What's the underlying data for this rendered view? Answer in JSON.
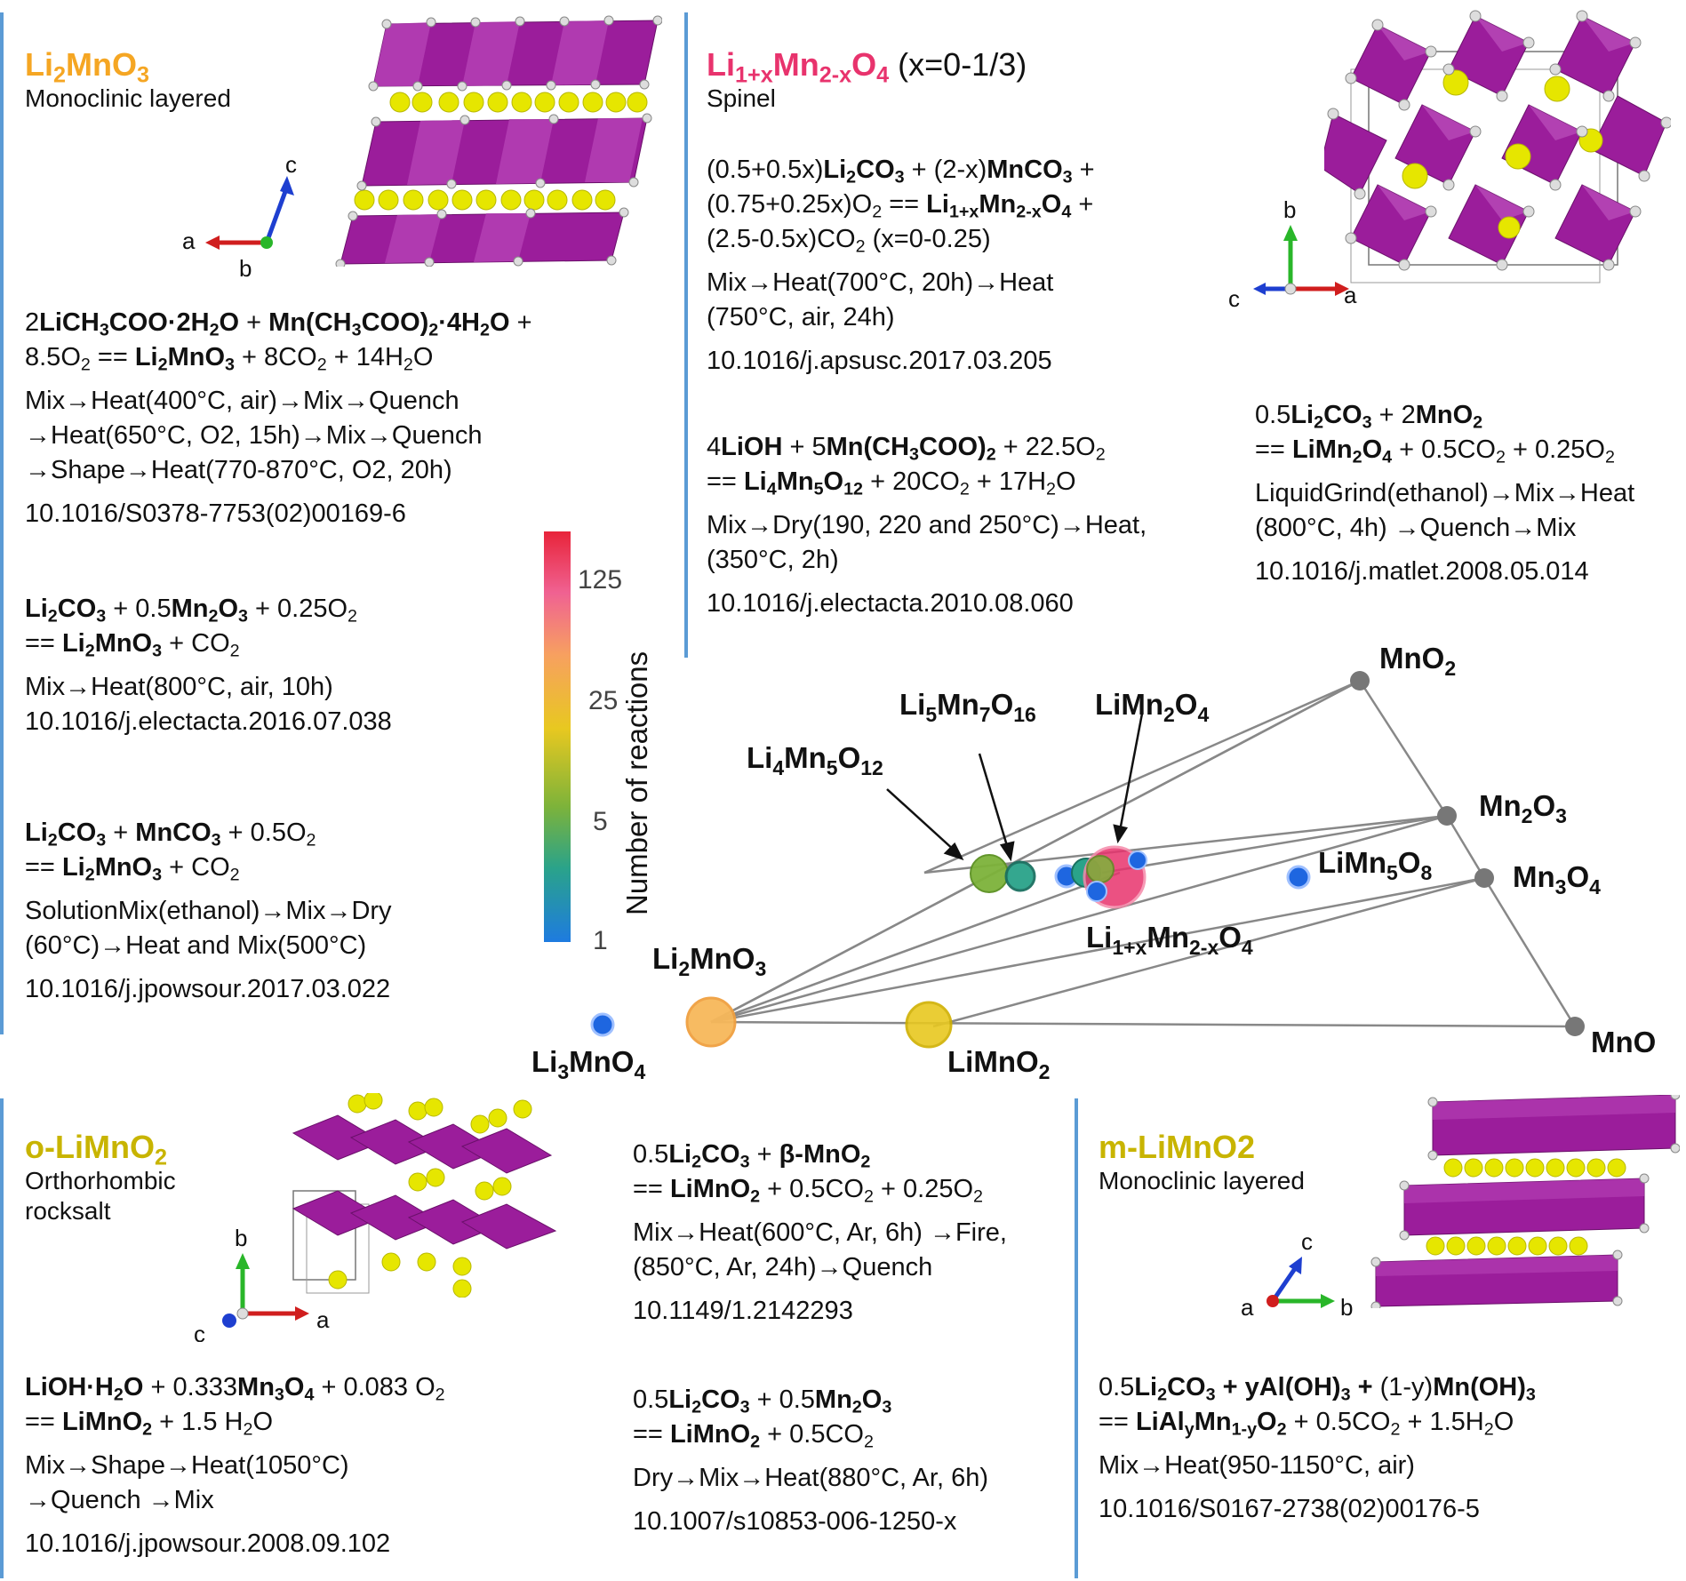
{
  "colors": {
    "divider": "#5b9bd5",
    "li2mno3": "#f5a623",
    "spinel": "#e8336d",
    "olimno2": "#c8b400",
    "mlimno2": "#c8b400",
    "octahedra": "#9b1d9b",
    "li_atoms": "#e6e600",
    "o_atoms": "#dddddd"
  },
  "li2mno3": {
    "title_main": "Li",
    "title_s1": "2",
    "title_mid": "MnO",
    "title_s2": "3",
    "subtitle": "Monoclinic layered",
    "axes": {
      "a": "a",
      "b": "b",
      "c": "c"
    },
    "r1": {
      "l1": [
        "2",
        "LiCH",
        "3",
        "COO·2H",
        "2",
        "O",
        " + ",
        "Mn(CH",
        "3",
        "COO)",
        "2",
        "·4H",
        "2",
        "O",
        " +"
      ],
      "l2": [
        "8.5O",
        "2",
        " ==  ",
        "Li",
        "2",
        "MnO",
        "3",
        " + 8CO",
        "2",
        " + 14H",
        "2",
        "O"
      ],
      "proc": [
        "Mix→Heat(400°C, air)→Mix→Quench",
        "→Heat(650°C, O2, 15h)→Mix→Quench",
        "→Shape→Heat(770-870°C, O2, 20h)"
      ],
      "doi": "10.1016/S0378-7753(02)00169-6"
    },
    "r2": {
      "l1": [
        "Li",
        "2",
        "CO",
        "3",
        " + 0.5",
        "Mn",
        "2",
        "O",
        "3",
        " + 0.25O",
        "2"
      ],
      "l2": [
        "== ",
        "Li",
        "2",
        "MnO",
        "3",
        " + CO",
        "2"
      ],
      "proc": [
        "Mix→Heat(800°C, air, 10h)"
      ],
      "doi": "10.1016/j.electacta.2016.07.038"
    },
    "r3": {
      "l1": [
        "Li",
        "2",
        "CO",
        "3",
        " + ",
        "MnCO",
        "3",
        " + 0.5O",
        "2"
      ],
      "l2": [
        "== ",
        "Li",
        "2",
        "MnO",
        "3",
        " + CO",
        "2"
      ],
      "proc": [
        "SolutionMix(ethanol)→Mix→Dry",
        "(60°C)→Heat and Mix(500°C)"
      ],
      "doi": "10.1016/j.jpowsour.2017.03.022"
    }
  },
  "spinel": {
    "title_a": "Li",
    "title_s1": "1+x",
    "title_b": "Mn",
    "title_s2": "2-x",
    "title_c": "O",
    "title_s3": "4",
    "title_suffix": " (x=0-1/3)",
    "subtitle": "Spinel",
    "axes": {
      "a": "a",
      "b": "b",
      "c": "c"
    },
    "r1": {
      "l1": [
        "(0.5+0.5x)",
        "Li",
        "2",
        "CO",
        "3",
        " + (2-x)",
        "MnCO",
        "3",
        " +"
      ],
      "l2": [
        "(0.75+0.25x)O",
        "2",
        " == ",
        "Li",
        "1+x",
        "Mn",
        "2-x",
        "O",
        "4",
        " +"
      ],
      "l3": [
        "(2.5-0.5x)CO",
        "2",
        " (x=0-0.25)"
      ],
      "proc": [
        "Mix→Heat(700°C, 20h)→Heat",
        "(750°C, air, 24h)"
      ],
      "doi": "10.1016/j.apsusc.2017.03.205"
    },
    "r2": {
      "l1": [
        "4",
        "LiOH",
        " + 5",
        "Mn(CH",
        "3",
        "COO)",
        "2",
        " + 22.5O",
        "2"
      ],
      "l2": [
        "== ",
        "Li",
        "4",
        "Mn",
        "5",
        "O",
        "12",
        " + 20CO",
        "2",
        " + 17H",
        "2",
        "O"
      ],
      "proc": [
        "Mix→Dry(190, 220 and 250°C)→Heat,",
        "(350°C, 2h)"
      ],
      "doi": "10.1016/j.electacta.2010.08.060"
    },
    "r3": {
      "l1": [
        "0.5",
        "Li",
        "2",
        "CO",
        "3",
        " + 2",
        "MnO",
        "2"
      ],
      "l2": [
        "== ",
        "LiMn",
        "2",
        "O",
        "4",
        " + 0.5CO",
        "2",
        " + 0.25O",
        "2"
      ],
      "proc": [
        "LiquidGrind(ethanol)→Mix→Heat",
        "(800°C, 4h) →Quench→Mix"
      ],
      "doi": "10.1016/j.matlet.2008.05.014"
    }
  },
  "colorbar": {
    "title": "Number of reactions",
    "ticks": [
      "125",
      "25",
      "5",
      "1"
    ]
  },
  "diagram": {
    "labels": {
      "MnO2": [
        "MnO",
        "2"
      ],
      "Mn2O3": [
        "Mn",
        "2",
        "O",
        "3"
      ],
      "Mn3O4": [
        "Mn",
        "3",
        "O",
        "4"
      ],
      "MnO": [
        "MnO"
      ],
      "LiMn5O8": [
        "LiMn",
        "5",
        "O",
        "8"
      ],
      "Li5Mn7O16": [
        "Li",
        "5",
        "Mn",
        "7",
        "O",
        "16"
      ],
      "LiMn2O4": [
        "LiMn",
        "2",
        "O",
        "4"
      ],
      "Li4Mn5O12": [
        "Li",
        "4",
        "Mn",
        "5",
        "O",
        "12"
      ],
      "Li1xMn2xO4": [
        "Li",
        "1+x",
        "Mn",
        "2-x",
        "O",
        "4"
      ],
      "Li2MnO3": [
        "Li",
        "2",
        "MnO",
        "3"
      ],
      "Li3MnO4": [
        "Li",
        "3",
        "MnO",
        "4"
      ],
      "LiMnO2": [
        "LiMnO",
        "2"
      ]
    },
    "circle_colors": {
      "li3mno4": "#1e66e0",
      "li2mno3": "#f7b85a",
      "limno2": "#e8c820",
      "li4mn5o12": "#7db33a",
      "li5mn7o16": "#2aa38a",
      "spinel": "#e8336d",
      "limn5o8": "#1e66e0"
    }
  },
  "olimno2": {
    "title_main": "o-LiMnO",
    "title_s": "2",
    "subtitle_l1": "Orthorhombic",
    "subtitle_l2": "rocksalt",
    "axes": {
      "a": "a",
      "b": "b",
      "c": "c"
    },
    "r1": {
      "l1": [
        "LiOH·H",
        "2",
        "O",
        " + 0.333",
        "Mn",
        "3",
        "O",
        "4",
        " + 0.083 O",
        "2"
      ],
      "l2": [
        "== ",
        "LiMnO",
        "2",
        " + 1.5 H",
        "2",
        "O"
      ],
      "proc": [
        "Mix→Shape→Heat(1050°C)",
        "→Quench →Mix"
      ],
      "doi": "10.1016/j.jpowsour.2008.09.102"
    }
  },
  "middle": {
    "r1": {
      "l1": [
        "0.5",
        "Li",
        "2",
        "CO",
        "3",
        " + ",
        "β-MnO",
        "2"
      ],
      "l2": [
        "== ",
        "LiMnO",
        "2",
        " + 0.5CO",
        "2",
        " + 0.25O",
        "2"
      ],
      "proc": [
        "Mix→Heat(600°C, Ar, 6h) →Fire,",
        "(850°C, Ar, 24h)→Quench"
      ],
      "doi": "10.1149/1.2142293"
    },
    "r2": {
      "l1": [
        "0.5",
        "Li",
        "2",
        "CO",
        "3",
        " + 0.5",
        "Mn",
        "2",
        "O",
        "3"
      ],
      "l2": [
        "== ",
        "LiMnO",
        "2",
        " + 0.5CO",
        "2"
      ],
      "proc": [
        "Dry→Mix→Heat(880°C, Ar, 6h)"
      ],
      "doi": "10.1007/s10853-006-1250-x"
    }
  },
  "mlimno2": {
    "title": "m-LiMnO2",
    "subtitle": "Monoclinic layered",
    "axes": {
      "a": "a",
      "b": "b",
      "c": "c"
    },
    "r1": {
      "l1": [
        "0.5",
        "Li",
        "2",
        "CO",
        "3",
        " + y",
        "Al(OH)",
        "3",
        " + ",
        "(1-y)",
        "Mn(OH)",
        "3"
      ],
      "l2": [
        "== ",
        "LiAl",
        "y",
        "Mn",
        "1-y",
        "O",
        "2",
        " + 0.5CO",
        "2",
        " + 1.5H",
        "2",
        "O"
      ],
      "proc": [
        "Mix→Heat(950-1150°C, air)"
      ],
      "doi": "10.1016/S0167-2738(02)00176-5"
    }
  }
}
